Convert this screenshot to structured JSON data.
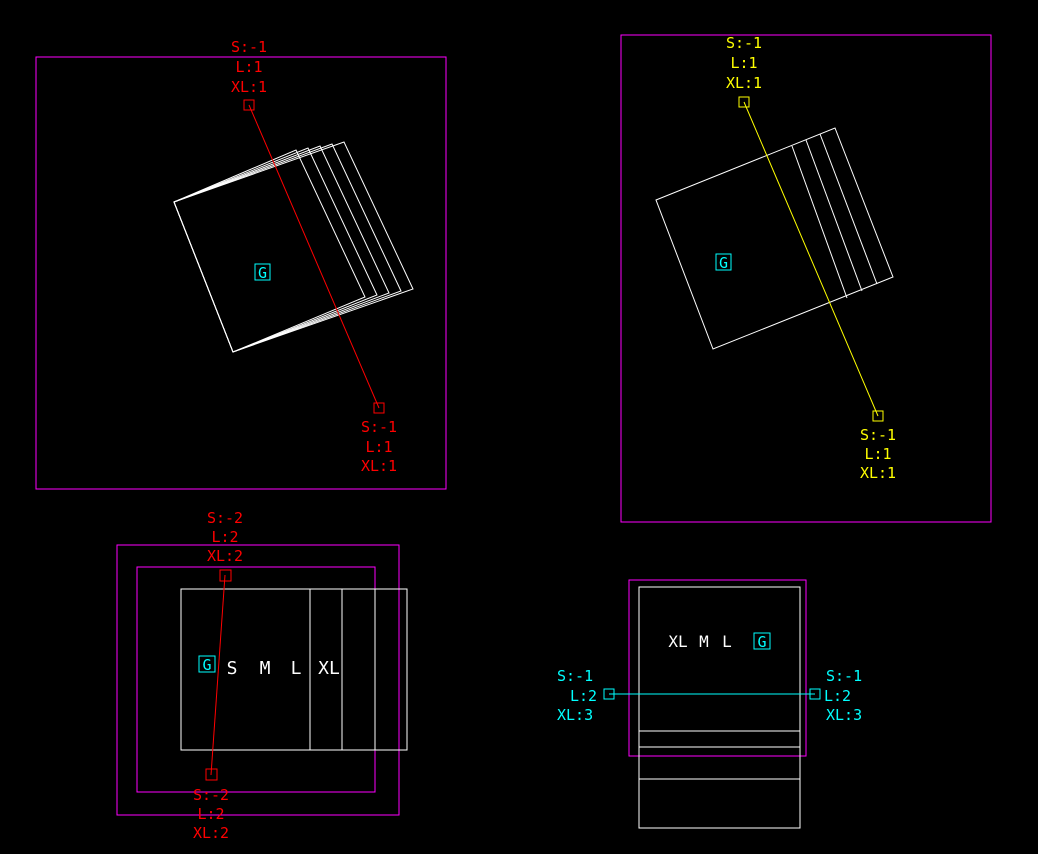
{
  "colors": {
    "background": "#000000",
    "frame": "#ff00ff",
    "shape": "#ffffff",
    "guide": "#00ffff",
    "red": "#ff0000",
    "yellow": "#ffff00"
  },
  "panels": [
    {
      "name": "rotated-stack-red",
      "top_labels": [
        "S:-1",
        "L:1",
        "XL:1"
      ],
      "bottom_labels": [
        "S:-1",
        "L:1",
        "XL:1"
      ],
      "anchor": "G"
    },
    {
      "name": "rotated-strips-yellow",
      "top_labels": [
        "S:-1",
        "L:1",
        "XL:1"
      ],
      "bottom_labels": [
        "S:-1",
        "L:1",
        "XL:1"
      ],
      "anchor": "G"
    },
    {
      "name": "horizontal-sizes",
      "top_labels": [
        "S:-2",
        "L:2",
        "XL:2"
      ],
      "bottom_labels": [
        "S:-2",
        "L:2",
        "XL:2"
      ],
      "anchor": "G",
      "sizes": [
        "S",
        "M",
        "L",
        "XL"
      ]
    },
    {
      "name": "vertical-sizes",
      "left_labels": [
        "S:-1",
        "L:2",
        "XL:3"
      ],
      "right_labels": [
        "S:-1",
        "L:2",
        "XL:3"
      ],
      "anchor": "G",
      "sizes": [
        "XL",
        "M",
        "L"
      ]
    }
  ]
}
